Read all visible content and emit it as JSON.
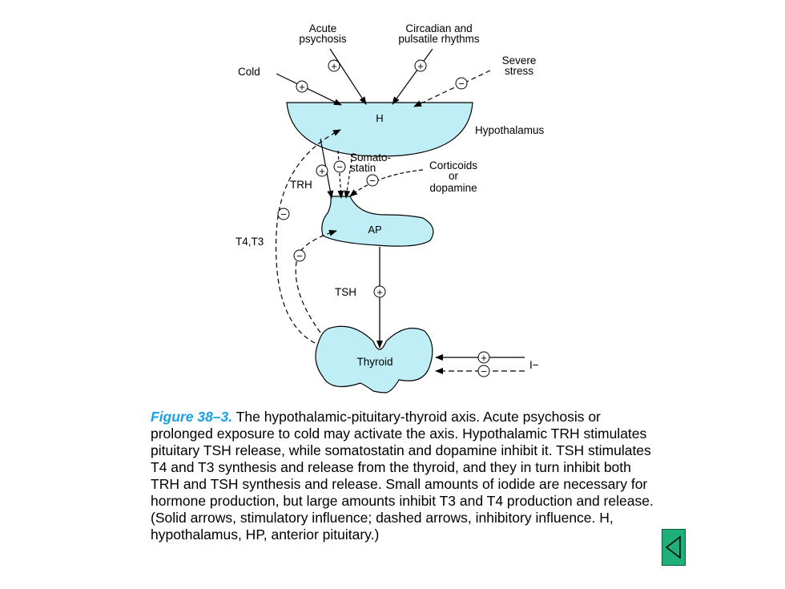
{
  "diagram": {
    "labels": {
      "acute_l1": "Acute",
      "acute_l2": "psychosis",
      "circ_l1": "Circadian and",
      "circ_l2": "pulsatile rhythms",
      "severe_l1": "Severe",
      "severe_l2": "stress",
      "cold": "Cold",
      "h": "H",
      "hypothalamus": "Hypothalamus",
      "somato_l1": "Somato-",
      "somato_l2": "statin",
      "cort_l1": "Corticoids",
      "cort_l2": "or",
      "cort_l3": "dopamine",
      "trh": "TRH",
      "t4t3": "T4,T3",
      "ap": "AP",
      "tsh": "TSH",
      "thyroid": "Thyroid",
      "iodide": "I−"
    },
    "signs": {
      "plus": "+",
      "minus": "−"
    }
  },
  "caption": {
    "number": "Figure 38–3.",
    "text": "The hypothalamic-pituitary-thyroid axis. Acute psychosis or prolonged exposure to cold may activate the axis. Hypothalamic TRH stimulates pituitary TSH release, while somatostatin and dopamine inhibit it. TSH stimulates T4 and T3 synthesis and release from the thyroid, and they in turn inhibit both TRH and TSH synthesis and release. Small amounts of iodide are necessary for hormone production, but large amounts inhibit T3 and T4 production and release. (Solid arrows, stimulatory influence; dashed arrows, inhibitory influence. H, hypothalamus, HP, anterior pituitary.)"
  },
  "nav": {
    "back_icon": "triangle-left-icon"
  },
  "colors": {
    "organ_fill": "#bfeef6",
    "caption_accent": "#1aa0e6",
    "button_fill": "#1fb07a"
  }
}
